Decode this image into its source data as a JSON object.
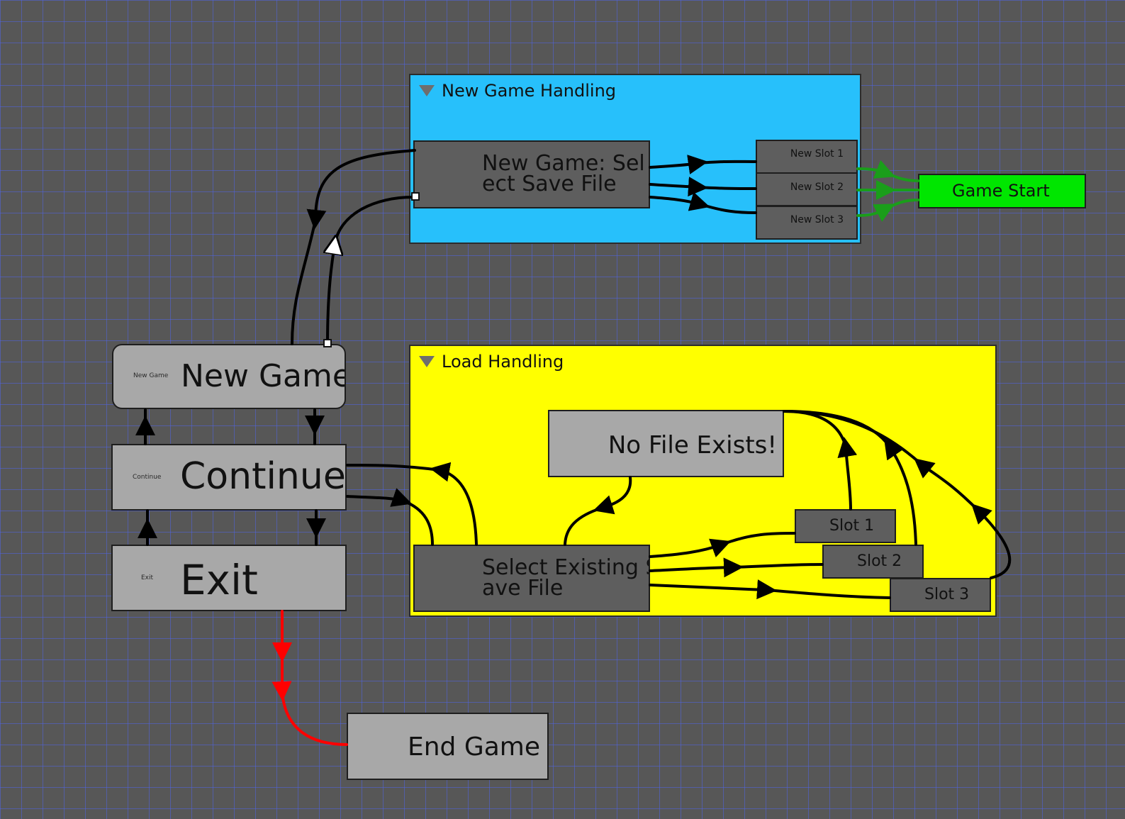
{
  "groups": {
    "new_game_handling": {
      "title": "New Game Handling",
      "color": "#27c0fb"
    },
    "load_handling": {
      "title": "Load Handling",
      "color": "#ffff00"
    }
  },
  "nodes": {
    "new_game": {
      "label": "New Game",
      "port_label": "New Game"
    },
    "continue": {
      "label": "Continue",
      "port_label": "Continue"
    },
    "exit": {
      "label": "Exit",
      "port_label": "Exit"
    },
    "end_game": {
      "label": "End Game"
    },
    "new_game_select": {
      "line1": "New Game: Sel",
      "line2": "ect Save File"
    },
    "new_slot_1": {
      "label": "New Slot 1"
    },
    "new_slot_2": {
      "label": "New Slot 2"
    },
    "new_slot_3": {
      "label": "New Slot 3"
    },
    "game_start": {
      "label": "Game Start",
      "color": "#00e600"
    },
    "no_file_exists": {
      "label": "No File Exists!"
    },
    "select_existing": {
      "line1": "Select Existing S",
      "line2": "ave File"
    },
    "slot_1": {
      "label": "Slot 1"
    },
    "slot_2": {
      "label": "Slot 2"
    },
    "slot_3": {
      "label": "Slot 3"
    }
  },
  "colors": {
    "wire_default": "#000000",
    "wire_exit": "#ff0000",
    "wire_start": "#1a9e1a"
  }
}
